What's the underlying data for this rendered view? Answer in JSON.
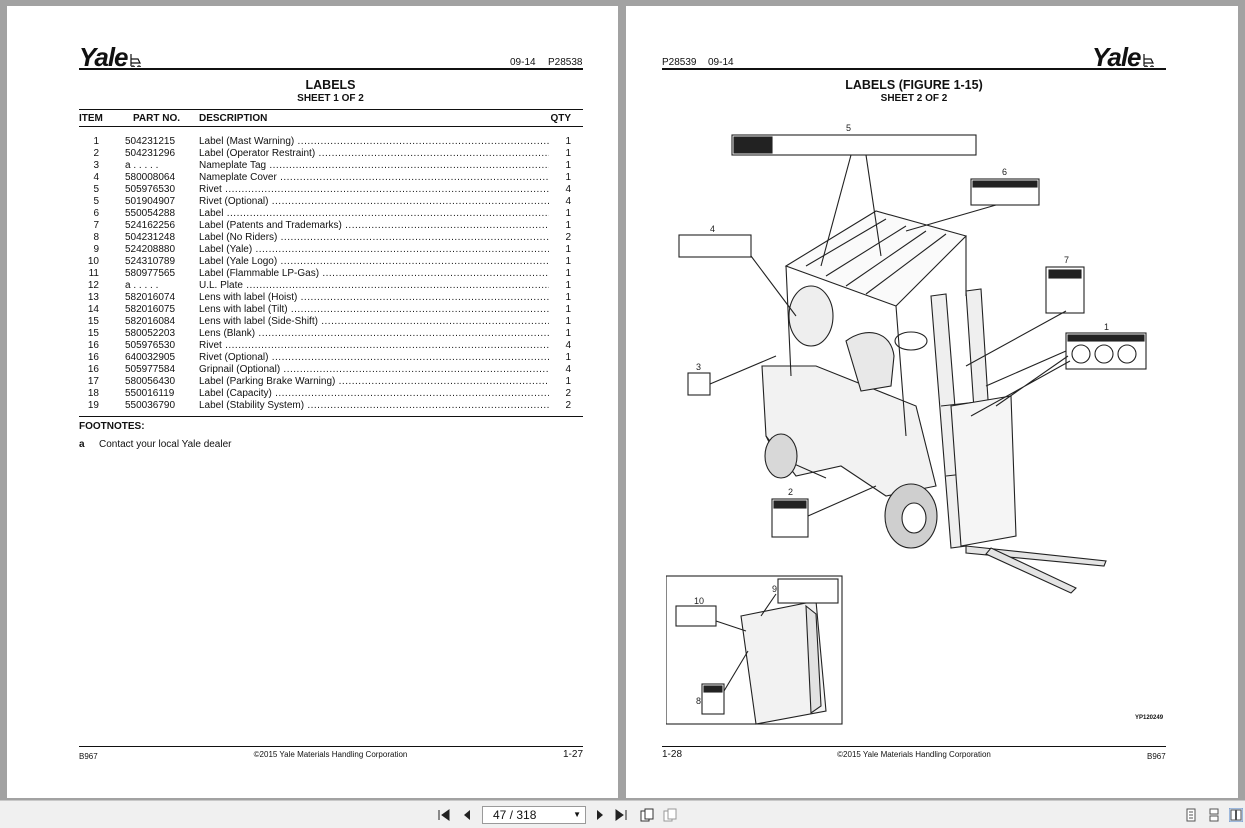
{
  "left_page": {
    "logo": "Yale",
    "date": "09-14",
    "part_code": "P28538",
    "title": "LABELS",
    "subtitle": "SHEET 1 OF 2",
    "columns": {
      "item": "ITEM",
      "part": "PART NO.",
      "desc": "DESCRIPTION",
      "qty": "QTY"
    },
    "rows": [
      {
        "item": "1",
        "part": "504231215",
        "desc": "Label (Mast Warning)",
        "qty": "1"
      },
      {
        "item": "2",
        "part": "504231296",
        "desc": "Label (Operator Restraint)",
        "qty": "1"
      },
      {
        "item": "3",
        "part": "a . . . . .",
        "desc": "Nameplate Tag",
        "qty": "1"
      },
      {
        "item": "4",
        "part": "580008064",
        "desc": "Nameplate Cover",
        "qty": "1"
      },
      {
        "item": "5",
        "part": "505976530",
        "desc": "Rivet",
        "qty": "4"
      },
      {
        "item": "5",
        "part": "501904907",
        "desc": "Rivet (Optional)",
        "qty": "4"
      },
      {
        "item": "6",
        "part": "550054288",
        "desc": "Label",
        "qty": "1"
      },
      {
        "item": "7",
        "part": "524162256",
        "desc": "Label (Patents and Trademarks)",
        "qty": "1"
      },
      {
        "item": "8",
        "part": "504231248",
        "desc": "Label (No Riders)",
        "qty": "2"
      },
      {
        "item": "9",
        "part": "524208880",
        "desc": "Label (Yale)",
        "qty": "1"
      },
      {
        "item": "10",
        "part": "524310789",
        "desc": "Label (Yale Logo)",
        "qty": "1"
      },
      {
        "item": "11",
        "part": "580977565",
        "desc": "Label (Flammable LP-Gas)",
        "qty": "1"
      },
      {
        "item": "12",
        "part": "a . . . . .",
        "desc": "U.L. Plate",
        "qty": "1"
      },
      {
        "item": "13",
        "part": "582016074",
        "desc": "Lens with label (Hoist)",
        "qty": "1"
      },
      {
        "item": "14",
        "part": "582016075",
        "desc": "Lens with label (Tilt)",
        "qty": "1"
      },
      {
        "item": "15",
        "part": "582016084",
        "desc": "Lens with label (Side-Shift)",
        "qty": "1"
      },
      {
        "item": "15",
        "part": "580052203",
        "desc": "Lens (Blank)",
        "qty": "1"
      },
      {
        "item": "16",
        "part": "505976530",
        "desc": "Rivet",
        "qty": "4"
      },
      {
        "item": "16",
        "part": "640032905",
        "desc": "Rivet (Optional)",
        "qty": "1"
      },
      {
        "item": "16",
        "part": "505977584",
        "desc": "Gripnail (Optional)",
        "qty": "4"
      },
      {
        "item": "17",
        "part": "580056430",
        "desc": "Label (Parking Brake Warning)",
        "qty": "1"
      },
      {
        "item": "18",
        "part": "550016119",
        "desc": "Label (Capacity)",
        "qty": "2"
      },
      {
        "item": "19",
        "part": "550036790",
        "desc": "Label (Stability System)",
        "qty": "2"
      }
    ],
    "footnotes_title": "FOOTNOTES:",
    "footnote_key": "a",
    "footnote_text": "Contact your local Yale dealer",
    "footer_code": "B967",
    "copyright": "©2015 Yale Materials Handling Corporation",
    "page_number": "1-27"
  },
  "right_page": {
    "logo": "Yale",
    "part_code": "P28539",
    "date": "09-14",
    "title": "LABELS (FIGURE 1-15)",
    "subtitle": "SHEET 2 OF 2",
    "callouts": [
      "5",
      "6",
      "4",
      "7",
      "1",
      "3",
      "2",
      "10",
      "9",
      "8"
    ],
    "figure_code": "YP120249",
    "page_number": "1-28",
    "copyright": "©2015 Yale Materials Handling Corporation",
    "footer_code": "B967"
  },
  "toolbar": {
    "page_indicator": "47 / 318"
  }
}
